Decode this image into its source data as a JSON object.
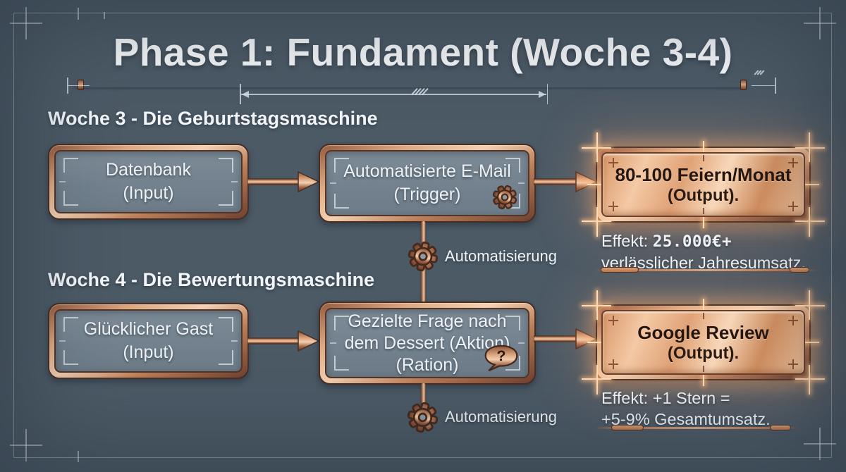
{
  "title": "Phase 1: Fundament (Woche 3-4)",
  "sections": [
    {
      "heading": "Woche 3 - Die Geburtstagsmaschine",
      "input": {
        "line1": "Datenbank",
        "line2": "(Input)"
      },
      "process": {
        "line1": "Automatisierte E-Mail",
        "line2": "(Trigger)"
      },
      "output": {
        "line1": "80-100 Feiern/Monat",
        "line2": "(Output)."
      },
      "automation_label": "Automatisierung",
      "effect": {
        "label": "Effekt:",
        "value": "25.000€+",
        "line2": "verlässlicher Jahresumsatz."
      }
    },
    {
      "heading": "Woche 4 - Die Bewertungsmaschine",
      "input": {
        "line1": "Glücklicher Gast",
        "line2": "(Input)"
      },
      "process": {
        "line1": "Gezielte Frage nach",
        "line2": "dem Dessert (Aktion)",
        "line3": "(Ration)"
      },
      "output": {
        "line1": "Google Review",
        "line2": "(Output)."
      },
      "automation_label": "Automatisierung",
      "effect": {
        "label": "Effekt:",
        "value": "+1 Stern =",
        "line2": "+5-9% Gesamtumsatz."
      }
    }
  ],
  "icons": {
    "gear": "gear-icon",
    "question_glyph": "?"
  },
  "colors": {
    "background": "#768592",
    "copper": "#c9906c",
    "copper_light": "#f3d0b1",
    "copper_dark": "#5a3526",
    "plaque_glow": "#ffb478",
    "text_light": "#f2f5f8",
    "text_dark": "#261610"
  }
}
